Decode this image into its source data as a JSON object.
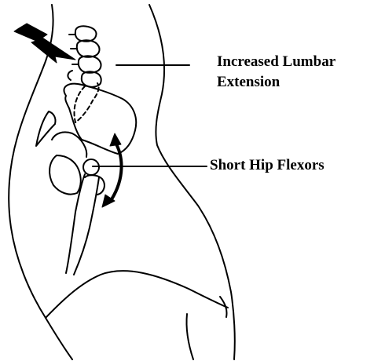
{
  "annotations": {
    "lumbar": {
      "line1": "Increased Lumbar",
      "line2": "Extension"
    },
    "hip": {
      "line1": "Short Hip Flexors"
    }
  },
  "colors": {
    "ink": "#000000",
    "background": "#ffffff"
  },
  "icons": {
    "pain_indicator": "lightning-bolt-icon",
    "motion_indicator": "curved-double-arrow-icon"
  }
}
